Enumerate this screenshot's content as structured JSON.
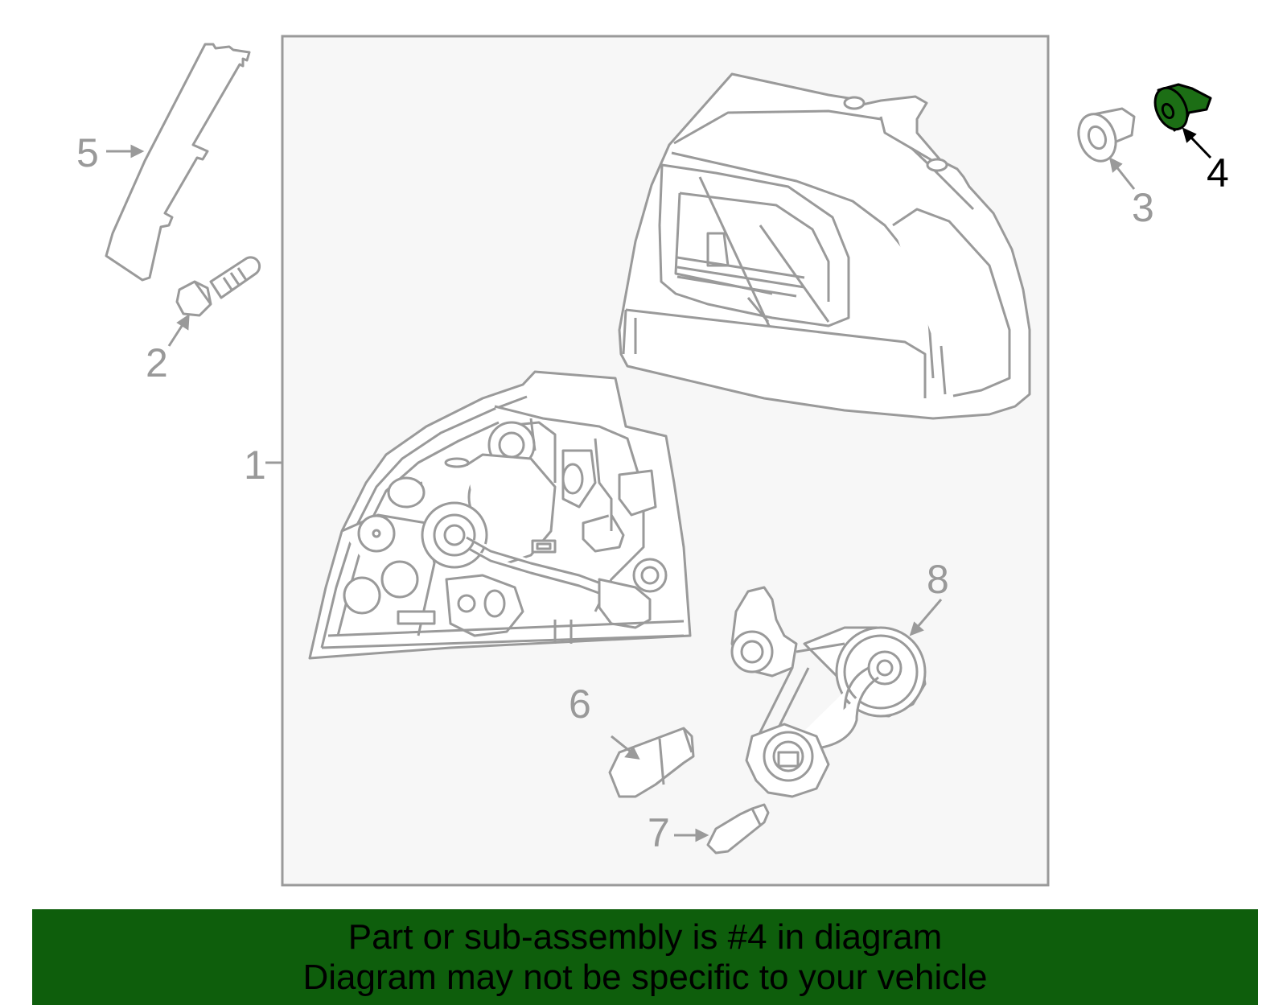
{
  "callouts": {
    "c1": "1",
    "c2": "2",
    "c3": "3",
    "c4": "4",
    "c5": "5",
    "c6": "6",
    "c7": "7",
    "c8": "8"
  },
  "highlighted_part": "4",
  "colors": {
    "line": "#9a9a9a",
    "panel_bg": "#f7f7f7",
    "highlight_fill": "#1c6e15",
    "banner_bg": "#0e5e0c",
    "callout_text": "#999999"
  },
  "banner": {
    "line1": "Part or sub-assembly is #4 in diagram",
    "line2": "Diagram may not be specific to your vehicle"
  }
}
